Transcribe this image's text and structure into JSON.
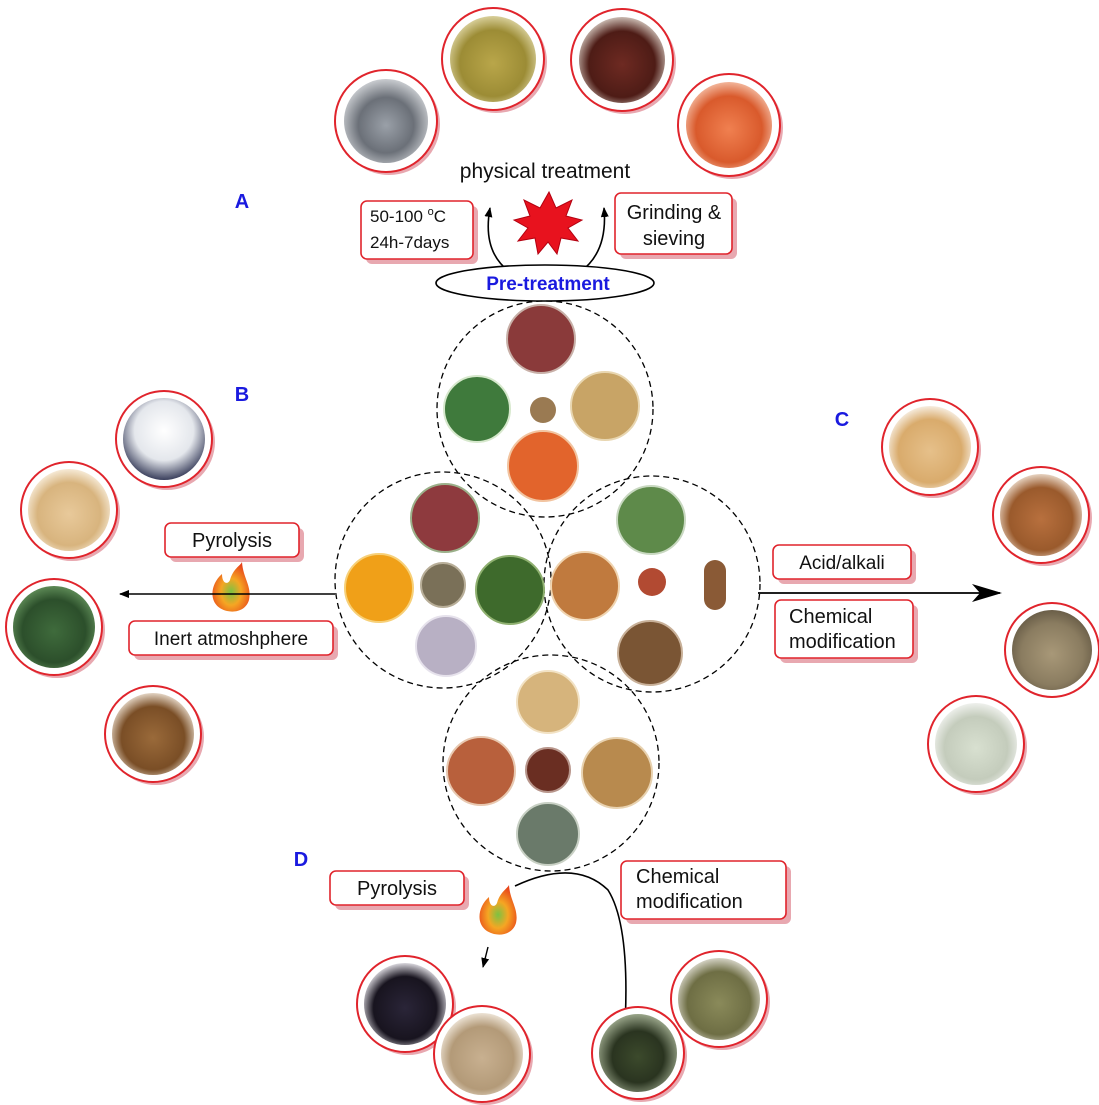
{
  "section_labels": {
    "a": "A",
    "b": "B",
    "c": "C",
    "d": "D"
  },
  "section_a": {
    "title": "physical treatment",
    "temperature_prefix": "50-100 ",
    "temperature_degree": "o",
    "temperature_unit": "C",
    "duration": "24h-7days",
    "grinding_line1": "Grinding &",
    "grinding_line2": "sieving",
    "pretreatment": "Pre-treatment"
  },
  "section_b": {
    "pyrolysis": "Pyrolysis",
    "atmosphere": "Inert atmoshphere"
  },
  "section_c": {
    "acid_alkali": "Acid/alkali",
    "chem_line1": "Chemical",
    "chem_line2": "modification"
  },
  "section_d": {
    "pyrolysis": "Pyrolysis",
    "chem_line1": "Chemical",
    "chem_line2": "modification"
  },
  "colors": {
    "section_label": "#1a1adf",
    "box_border": "#e0242c",
    "box_shadow": "#e8a8b0",
    "photo_border": "#e0242c",
    "burst": "#e8121e",
    "arrow": "#000000"
  }
}
